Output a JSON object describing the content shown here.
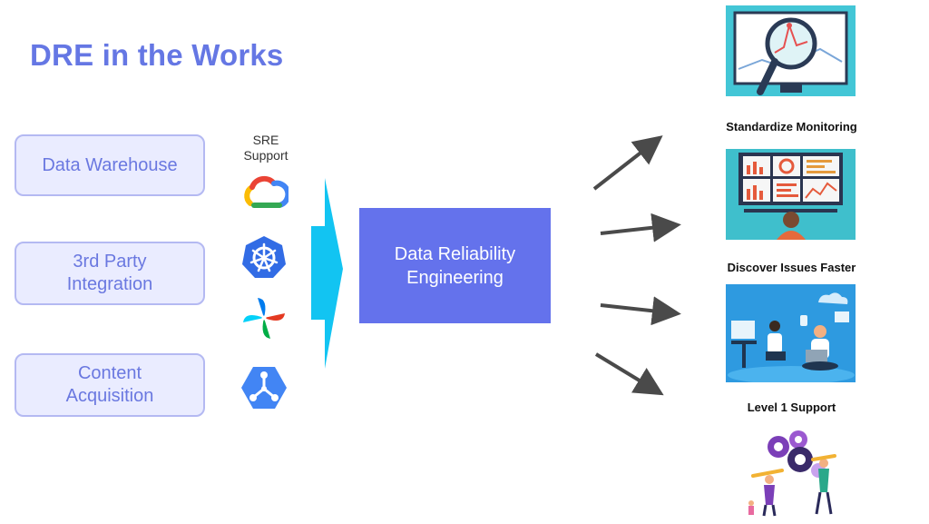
{
  "title": "DRE in the Works",
  "sources": [
    {
      "label": "Data Warehouse"
    },
    {
      "label": "3rd Party\nIntegration"
    },
    {
      "label": "Content\nAcquisition"
    }
  ],
  "sre_support": {
    "label": "SRE\nSupport",
    "logos": [
      "google-cloud-logo",
      "kubernetes-logo",
      "airflow-logo",
      "cloud-networking-logo"
    ]
  },
  "center": {
    "label": "Data Reliability\nEngineering"
  },
  "outcomes": [
    {
      "label": "Standardize Monitoring"
    },
    {
      "label": "Discover Issues Faster"
    },
    {
      "label": "Level 1 Support"
    }
  ],
  "colors": {
    "title": "#6577e4",
    "source_fill": "#eaecff",
    "source_border": "#b4b9f2",
    "center_fill": "#6472ec",
    "funnel": "#12c4f2",
    "arrow": "#4a4a4a"
  }
}
